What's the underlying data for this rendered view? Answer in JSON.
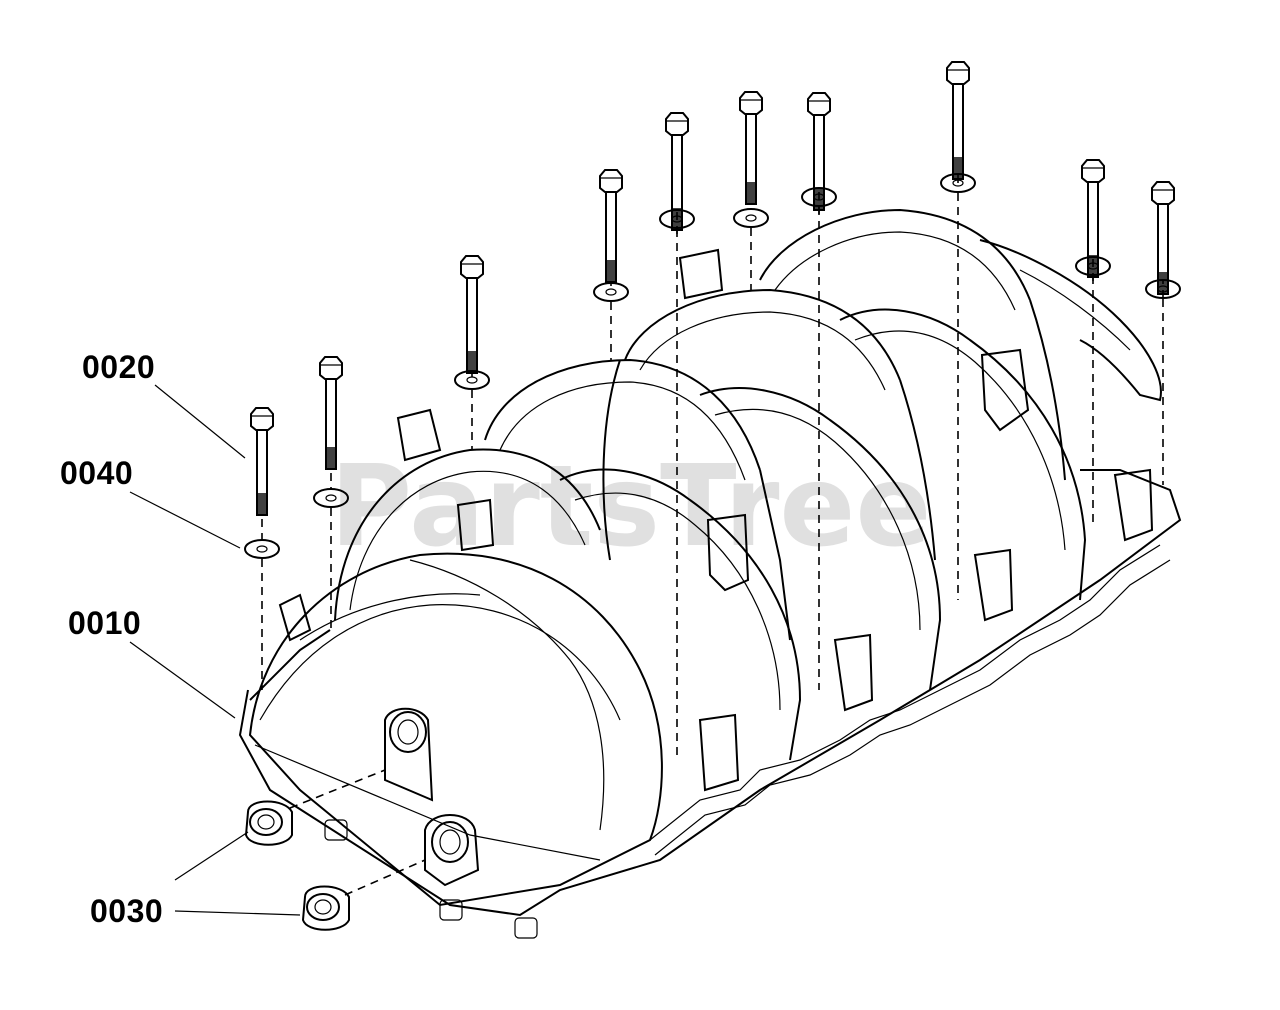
{
  "diagram": {
    "watermark": "PartsTree",
    "callouts": [
      {
        "id": "0020",
        "label": "0020"
      },
      {
        "id": "0040",
        "label": "0040"
      },
      {
        "id": "0010",
        "label": "0010"
      },
      {
        "id": "0030",
        "label": "0030"
      }
    ]
  }
}
